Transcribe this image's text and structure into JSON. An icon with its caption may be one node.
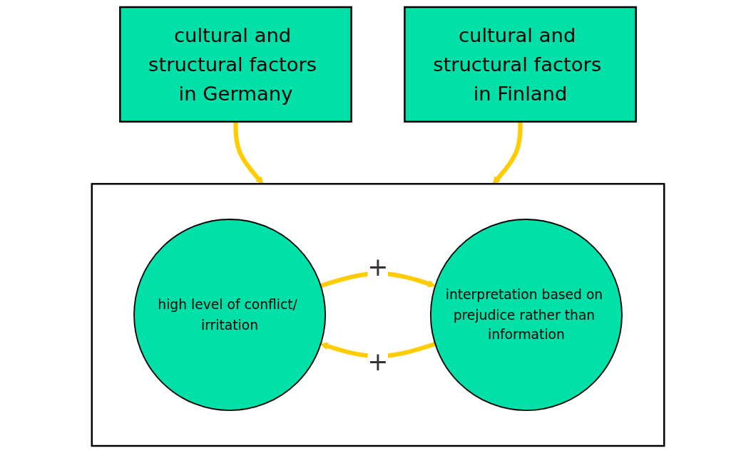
{
  "diagram": {
    "nodes": [
      {
        "text": [
          "cultural and structural factors in Germany"
        ]
      },
      {
        "text": [
          "cultural and structural factors in Finland"
        ]
      },
      {
        "text": [],
        "shape": "box"
      },
      {
        "text": [
          "high level of conflict/ irritation"
        ],
        "in": 2
      },
      {
        "text": [
          "interpretation based on prejudice rather than information"
        ],
        "in": 2
      }
    ],
    "edges": [
      {
        "from": 0,
        "to": 2,
        "arrow": "to"
      },
      {
        "from": 1,
        "to": 2,
        "arrow": "to"
      },
      {
        "from": 3,
        "to": 4,
        "arrow": "to",
        "label": "+"
      },
      {
        "from": 4,
        "to": 3,
        "arrow": "to",
        "label": "+"
      }
    ]
  }
}
